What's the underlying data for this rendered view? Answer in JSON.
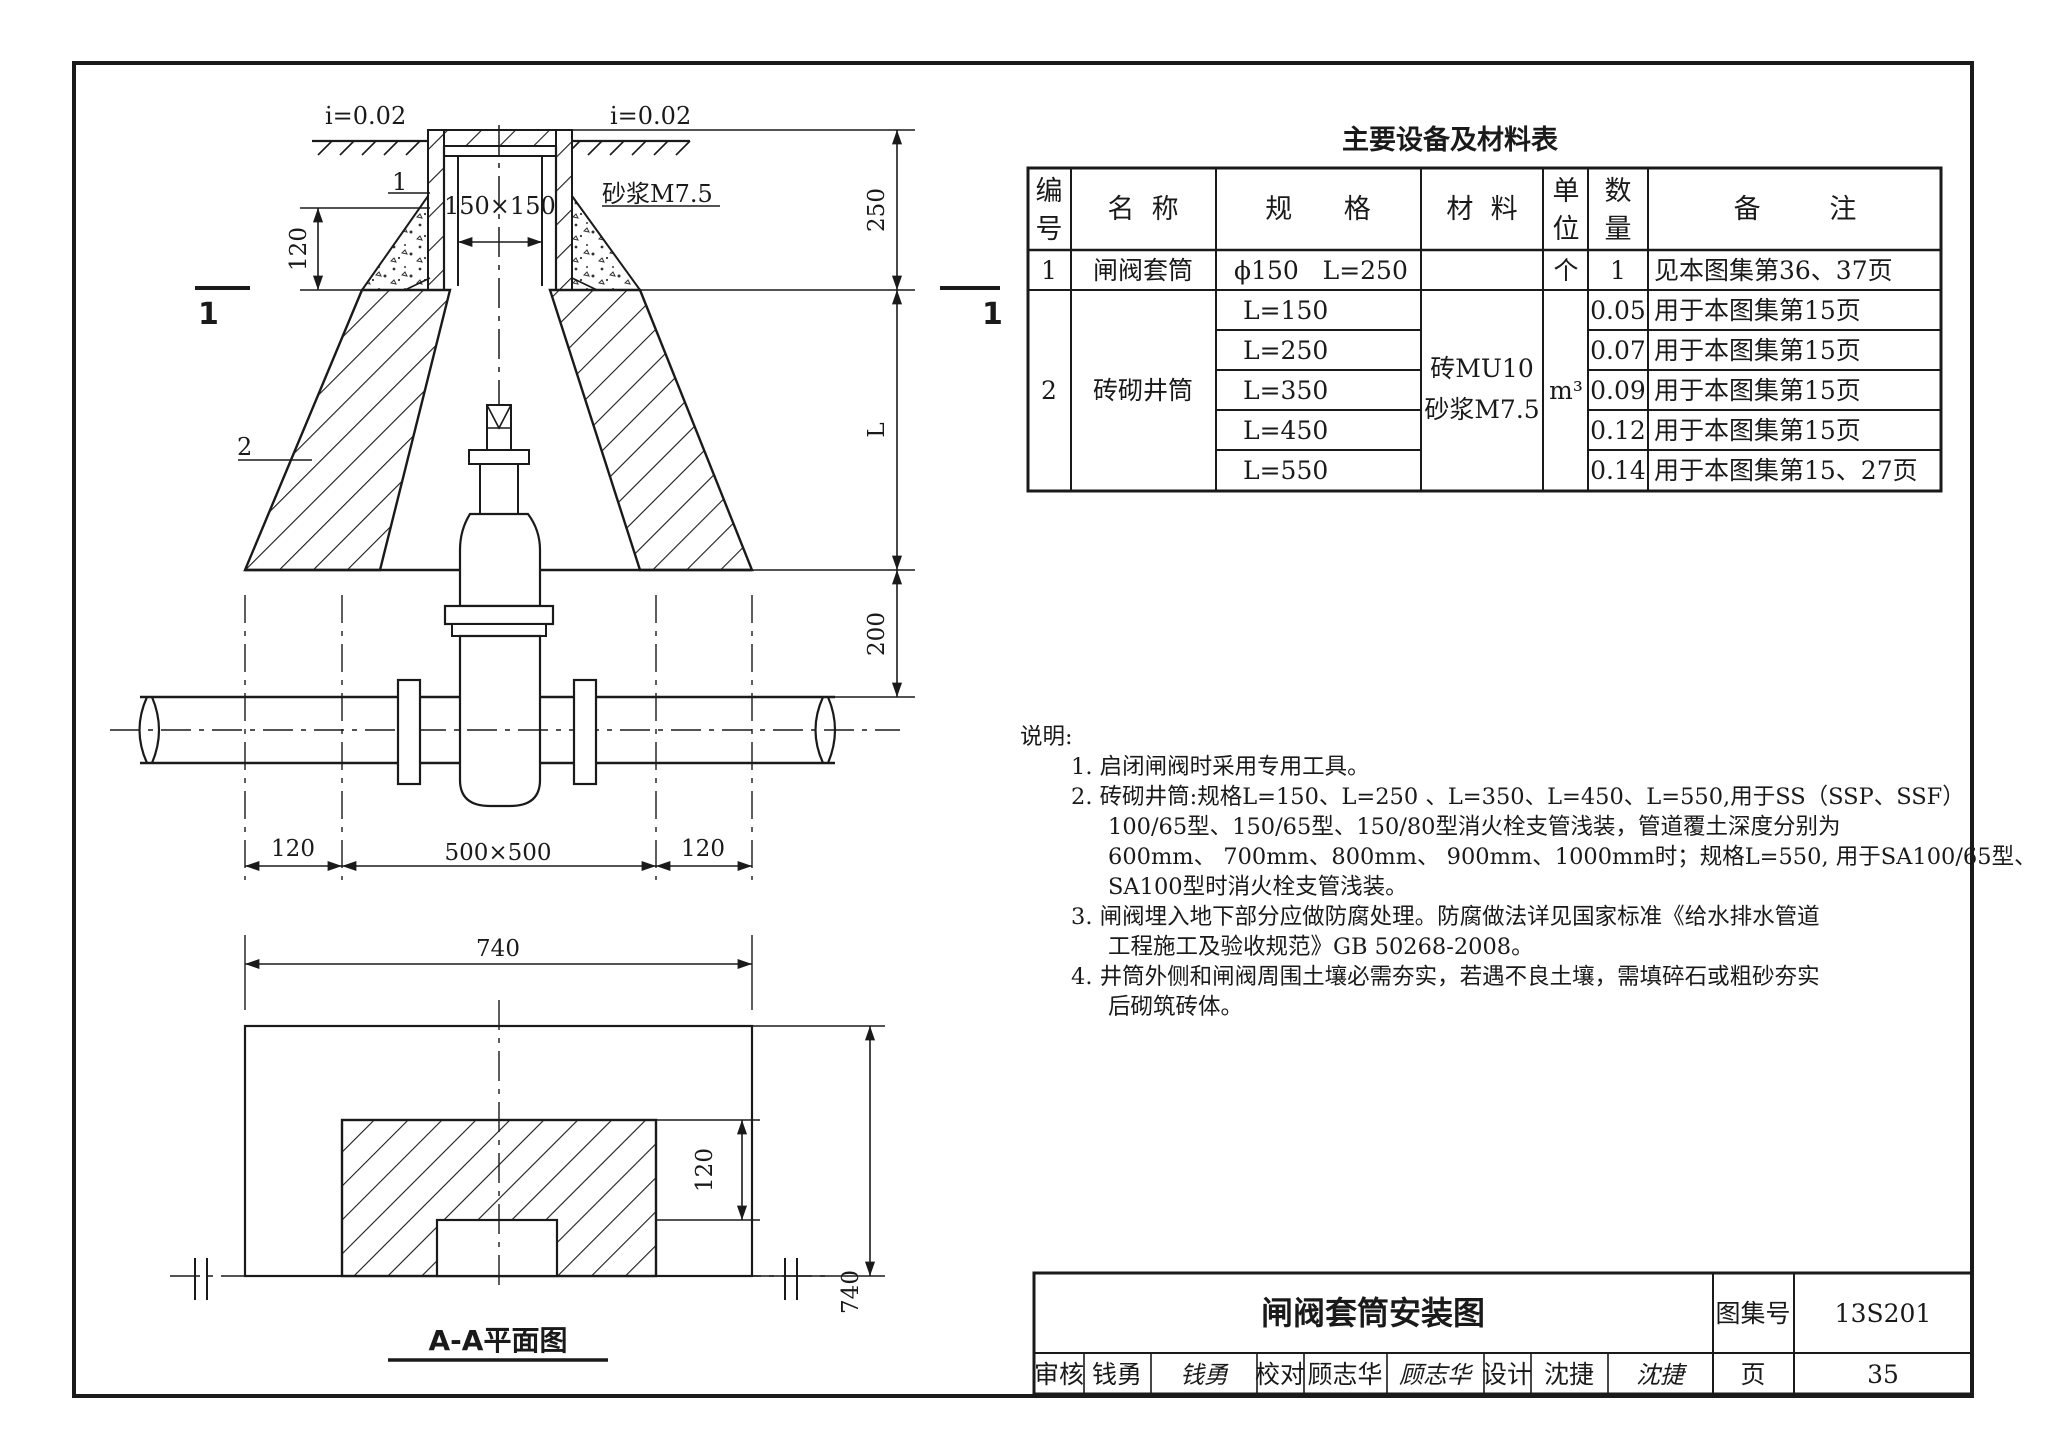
{
  "diagram": {
    "slope_left": "i=0.02",
    "slope_right": "i=0.02",
    "label_1": "1",
    "label_2": "2",
    "opening": "150×150",
    "mortar": "砂浆M7.5",
    "dim_120_top": "120",
    "dim_250": "250",
    "dim_L": "L",
    "dim_200": "200",
    "section_mark": "1",
    "dim_120_left": "120",
    "dim_500": "500×500",
    "dim_120_right": "120",
    "plan_width": "740",
    "plan_height": "740",
    "plan_wall": "120",
    "plan_title": "A-A平面图"
  },
  "table": {
    "title": "主要设备及材料表",
    "headers": {
      "no_1": "编",
      "no_2": "号",
      "name": "名  称",
      "spec": "规      格",
      "material": "材  料",
      "unit_1": "单",
      "unit_2": "位",
      "qty_1": "数",
      "qty_2": "量",
      "remark": "备        注"
    },
    "row1": {
      "no": "1",
      "name": "闸阀套筒",
      "spec": "ϕ150   L=250",
      "material": "",
      "unit": "个",
      "qty": "1",
      "remark": "见本图集第36、37页"
    },
    "row2": {
      "no": "2",
      "name": "砖砌井筒",
      "material_1": "砖MU10",
      "material_2": "砂浆M7.5",
      "unit": "m³",
      "sub": [
        {
          "spec": "L=150",
          "qty": "0.05",
          "remark": "用于本图集第15页"
        },
        {
          "spec": "L=250",
          "qty": "0.07",
          "remark": "用于本图集第15页"
        },
        {
          "spec": "L=350",
          "qty": "0.09",
          "remark": "用于本图集第15页"
        },
        {
          "spec": "L=450",
          "qty": "0.12",
          "remark": "用于本图集第15页"
        },
        {
          "spec": "L=550",
          "qty": "0.14",
          "remark": "用于本图集第15、27页"
        }
      ]
    }
  },
  "notes": {
    "title": "说明:",
    "lines": [
      "1. 启闭闸阀时采用专用工具。",
      "2. 砖砌井筒:规格L=150、L=250 、L=350、L=450、L=550,用于SS（SSP、SSF）",
      "100/65型、150/65型、150/80型消火栓支管浅装，管道覆土深度分别为",
      "600mm、 700mm、800mm、 900mm、1000mm时；规格L=550, 用于SA100/65型、",
      "SA100型时消火栓支管浅装。",
      "3. 闸阀埋入地下部分应做防腐处理。防腐做法详见国家标准《给水排水管道",
      "工程施工及验收规范》GB 50268-2008。",
      "4. 井筒外侧和闸阀周围土壤必需夯实，若遇不良土壤，需填碎石或粗砂夯实",
      "后砌筑砖体。"
    ]
  },
  "title_block": {
    "drawing_title": "闸阀套筒安装图",
    "atlas_label": "图集号",
    "atlas_no": "13S201",
    "review_label": "审核",
    "reviewer": "钱勇",
    "reviewer_sig": "钱勇",
    "check_label": "校对",
    "checker": "顾志华",
    "checker_sig": "顾志华",
    "design_label": "设计",
    "designer": "沈捷",
    "designer_sig": "沈捷",
    "page_label": "页",
    "page_no": "35"
  }
}
